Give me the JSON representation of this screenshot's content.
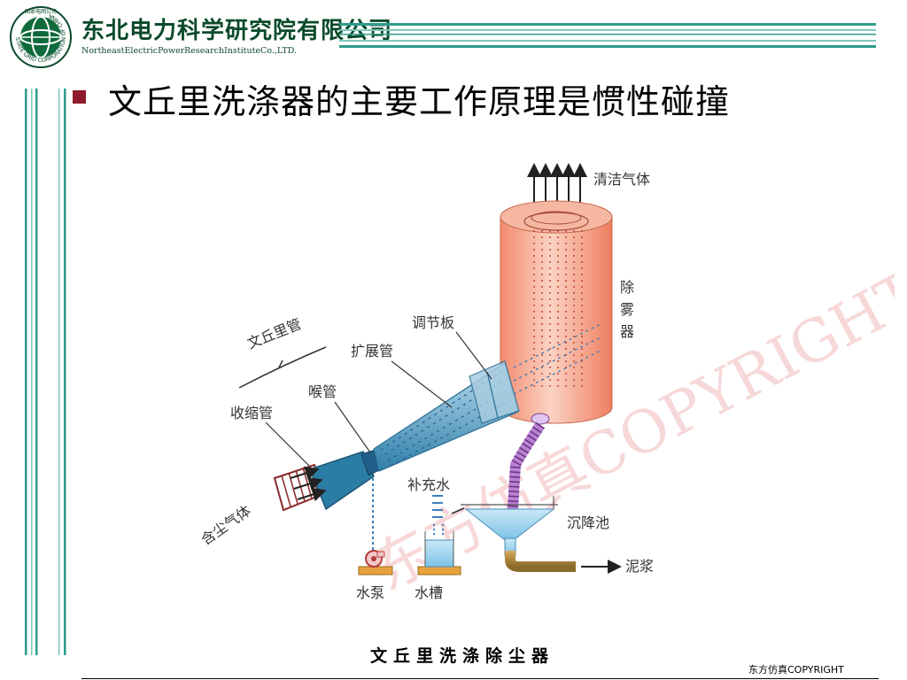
{
  "header": {
    "company_cn": "东北电力科学研究院有限公司",
    "company_en": "NortheastElectricPowerResearchInstituteCo.,LTD.",
    "logo_ring_text": "STATE GRID CORPORATION OF CHINA",
    "logo_top_text": "国家电网公司"
  },
  "slide": {
    "title": "文丘里洗涤器的主要工作原理是惯性碰撞"
  },
  "diagram": {
    "labels": {
      "clean_gas": "清洁气体",
      "demister": [
        "除",
        "雾",
        "器"
      ],
      "regulating_plate": "调节板",
      "venturi_tube": "文丘里管",
      "diffuser": "扩展管",
      "throat": "喉管",
      "converging": "收缩管",
      "dusty_gas": "含尘气体",
      "makeup_water": "补充水",
      "settling_tank": "沉降池",
      "sludge": "泥浆",
      "pump": "水泵",
      "water_tank": "水槽"
    },
    "caption": "文丘里洗涤除尘器",
    "copyright": "东方仿真COPYRIGHT"
  },
  "colors": {
    "brand_green": "#0a4a2a",
    "bullet": "#8e1a2c",
    "header_line": "#2e9b8c",
    "cylinder": "#f4a68e",
    "venturi": "#3a8bb3"
  }
}
